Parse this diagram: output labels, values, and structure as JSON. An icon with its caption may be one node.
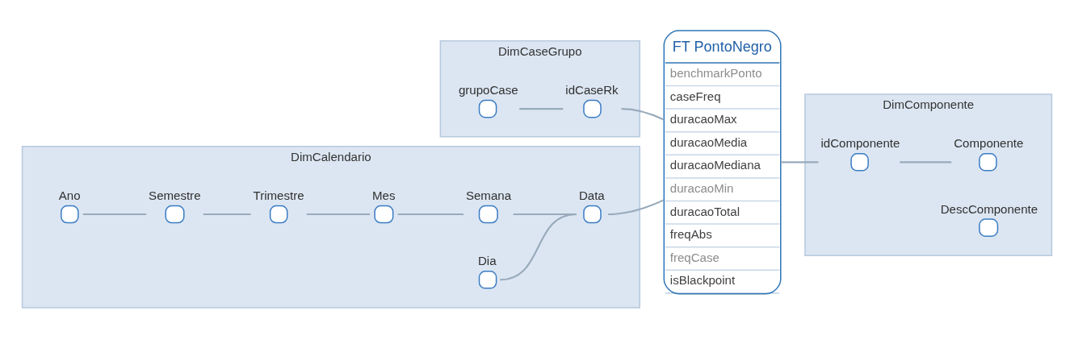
{
  "diagram": {
    "nodes": [
      {
        "text": [
          "DimCaseGrupo"
        ]
      },
      {
        "text": [
          "grupoCase"
        ],
        "in": 0
      },
      {
        "text": [
          "idCaseRk"
        ],
        "in": 0
      },
      {
        "text": [
          "DimCalendario"
        ]
      },
      {
        "text": [
          "Ano"
        ],
        "in": 3
      },
      {
        "text": [
          "Semestre"
        ],
        "in": 3
      },
      {
        "text": [
          "Trimestre"
        ],
        "in": 3
      },
      {
        "text": [
          "Mes"
        ],
        "in": 3
      },
      {
        "text": [
          "Semana"
        ],
        "in": 3
      },
      {
        "text": [
          "Dia"
        ],
        "in": 3
      },
      {
        "text": [
          "Data"
        ],
        "in": 3
      },
      {
        "text": [
          "FT PontoNegro",
          "benchmarkPonto",
          "caseFreq",
          "duracaoMax",
          "duracaoMedia",
          "duracaoMediana",
          "duracaoMin",
          "duracaoTotal",
          "freqAbs",
          "freqCase",
          "isBlackpoint"
        ]
      },
      {
        "text": [
          "DimComponente"
        ]
      },
      {
        "text": [
          "idComponente"
        ],
        "in": 12
      },
      {
        "text": [
          "Componente"
        ],
        "in": 12
      },
      {
        "text": [
          "DescComponente"
        ],
        "in": 12
      }
    ],
    "edges": [
      {
        "from": 1,
        "to": 2,
        "arrow": "none"
      },
      {
        "from": 2,
        "to": 11,
        "arrow": "none"
      },
      {
        "from": 4,
        "to": 5,
        "arrow": "none"
      },
      {
        "from": 5,
        "to": 6,
        "arrow": "none"
      },
      {
        "from": 6,
        "to": 7,
        "arrow": "none"
      },
      {
        "from": 7,
        "to": 8,
        "arrow": "none"
      },
      {
        "from": 8,
        "to": 10,
        "arrow": "none"
      },
      {
        "from": 9,
        "to": 10,
        "arrow": "none"
      },
      {
        "from": 10,
        "to": 11,
        "arrow": "none"
      },
      {
        "from": 11,
        "to": 13,
        "arrow": "none"
      },
      {
        "from": 13,
        "to": 14,
        "arrow": "none"
      }
    ]
  }
}
